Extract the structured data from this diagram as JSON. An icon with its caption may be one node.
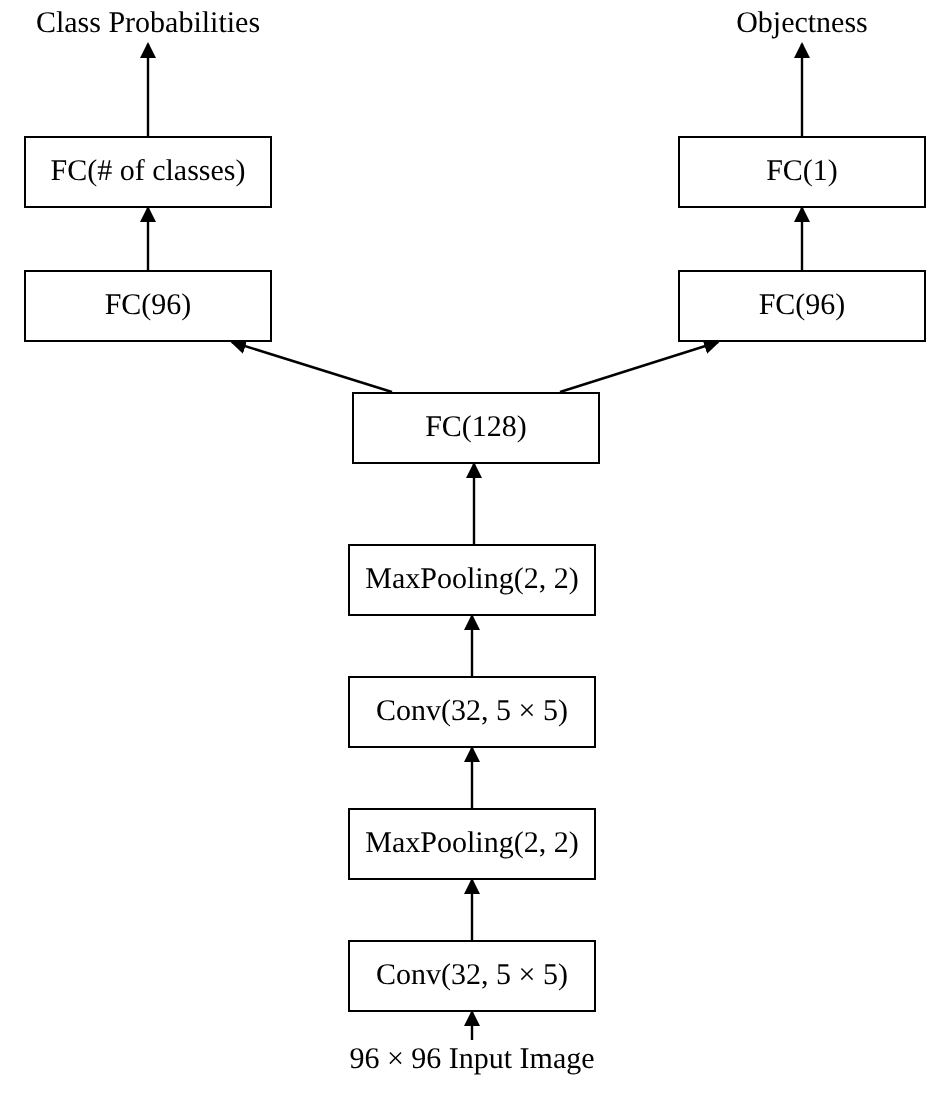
{
  "diagram": {
    "nodes": [
      {
        "text": [
          "96 × 96 Input Image"
        ]
      },
      {
        "text": [
          "Conv(32, 5 × 5)"
        ]
      },
      {
        "text": [
          "MaxPooling(2, 2)"
        ]
      },
      {
        "text": [
          "Conv(32, 5 × 5)"
        ]
      },
      {
        "text": [
          "MaxPooling(2, 2)"
        ]
      },
      {
        "text": [
          "FC(128)"
        ]
      },
      {
        "text": [
          "FC(96)"
        ]
      },
      {
        "text": [
          "FC(# of classes)"
        ]
      },
      {
        "text": [
          "Class Probabilities"
        ]
      },
      {
        "text": [
          "FC(96)"
        ]
      },
      {
        "text": [
          "FC(1)"
        ]
      },
      {
        "text": [
          "Objectness"
        ]
      }
    ],
    "edges": [
      {
        "from": 0,
        "to": 1,
        "arrow": "to"
      },
      {
        "from": 1,
        "to": 2,
        "arrow": "to"
      },
      {
        "from": 2,
        "to": 3,
        "arrow": "to"
      },
      {
        "from": 3,
        "to": 4,
        "arrow": "to"
      },
      {
        "from": 4,
        "to": 5,
        "arrow": "to"
      },
      {
        "from": 5,
        "to": 6,
        "arrow": "to"
      },
      {
        "from": 5,
        "to": 9,
        "arrow": "to"
      },
      {
        "from": 6,
        "to": 7,
        "arrow": "to"
      },
      {
        "from": 7,
        "to": 8,
        "arrow": "to"
      },
      {
        "from": 9,
        "to": 10,
        "arrow": "to"
      },
      {
        "from": 10,
        "to": 11,
        "arrow": "to"
      }
    ]
  }
}
